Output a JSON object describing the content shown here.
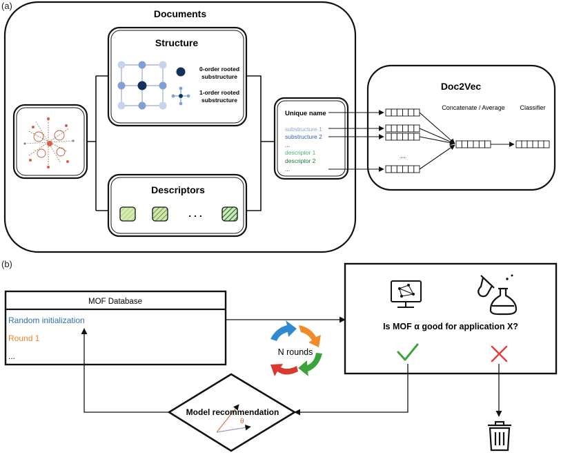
{
  "panel_a": {
    "label": "(a)",
    "documents_title": "Documents",
    "structure_title": "Structure",
    "legend_0_line1": "0-order rooted",
    "legend_0_line2": "substructure",
    "legend_1_line1": "1-order rooted",
    "legend_1_line2": "substructure",
    "descriptors_title": "Descriptors",
    "descriptor_ellipsis": ". . .",
    "doc_list": {
      "unique_name": "Unique name",
      "substructure_1": "substructure 1",
      "substructure_2": "substructure 2",
      "ellipsis_1": "...",
      "descriptor_1": "descriptor 1",
      "descriptor_2": "descriptor 2",
      "ellipsis_2": "..."
    },
    "doc2vec": {
      "title": "Doc2Vec",
      "concat_label": "Concatenate / Average",
      "classifier_label": "Classifier",
      "vector_ellipsis": "..."
    }
  },
  "panel_b": {
    "label": "(b)",
    "database": {
      "title": "MOF Database",
      "row_1": "Random initialization",
      "row_2": "Round 1",
      "row_3": "..."
    },
    "cycle_label": "N rounds",
    "question": "Is MOF α good for application X?",
    "model_label": "Model recommendation",
    "theta": "θ"
  },
  "colors": {
    "light_blue": "#86a6d6",
    "light_green": "#4fb36a",
    "dark_green": "#1f7a2e",
    "database_blue": "#2f6fb0",
    "database_orange": "#e8852a",
    "check_green": "#3aa43a",
    "cross_red": "#e0403a",
    "node_dark": "#15325f",
    "node_mid": "#7fa0d6",
    "node_light": "#c5d4ec"
  },
  "icons": [
    "molecule-icon",
    "monitor-network-icon",
    "flask-icon",
    "checkmark-icon",
    "cross-icon",
    "trash-icon",
    "cycle-arrows-icon"
  ]
}
